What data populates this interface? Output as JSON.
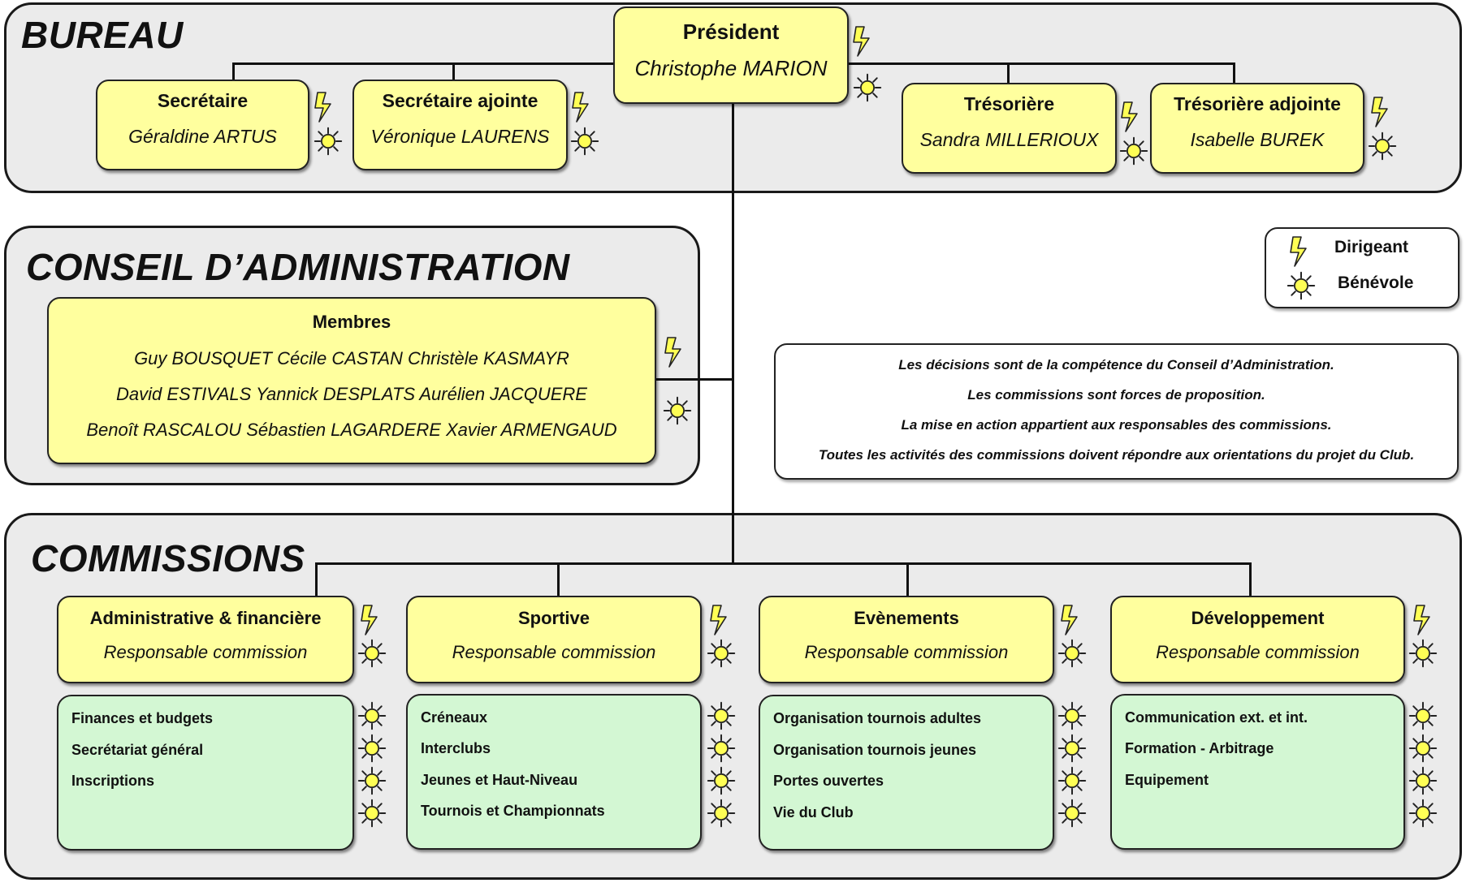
{
  "bureau": {
    "title": "BUREAU",
    "president": {
      "role": "Président",
      "name": "Christophe MARION"
    },
    "secretaire": {
      "role": "Secrétaire",
      "name": "Géraldine ARTUS"
    },
    "secretaire_adjointe": {
      "role": "Secrétaire ajointe",
      "name": "Véronique LAURENS"
    },
    "tresoriere": {
      "role": "Trésorière",
      "name": "Sandra MILLERIOUX"
    },
    "tresoriere_adjointe": {
      "role": "Trésorière adjointe",
      "name": "Isabelle BUREK"
    }
  },
  "conseil": {
    "title": "CONSEIL D’ADMINISTRATION",
    "members_label": "Membres",
    "members_lines": [
      "Guy BOUSQUET  Cécile CASTAN  Christèle KASMAYR",
      "David ESTIVALS  Yannick DESPLATS  Aurélien JACQUERE",
      "Benoît RASCALOU  Sébastien LAGARDERE  Xavier ARMENGAUD"
    ]
  },
  "legend": {
    "dirigeant": "Dirigeant",
    "benevole": "Bénévole"
  },
  "notes": [
    "Les décisions sont de la compétence du Conseil d’Administration.",
    "Les commissions sont forces de proposition.",
    "La mise en action appartient aux responsables des commissions.",
    "Toutes les activités des commissions doivent répondre aux orientations du projet du Club."
  ],
  "commissions": {
    "title": "COMMISSIONS",
    "list": [
      {
        "name": "Administrative & financière",
        "responsable": "Responsable commission",
        "items": [
          "Finances et budgets",
          "Secrétariat général",
          "Inscriptions"
        ]
      },
      {
        "name": "Sportive",
        "responsable": "Responsable commission",
        "items": [
          "Créneaux",
          "Interclubs",
          "Jeunes et Haut-Niveau",
          "Tournois et Championnats"
        ]
      },
      {
        "name": "Evènements",
        "responsable": "Responsable commission",
        "items": [
          "Organisation tournois adultes",
          "Organisation tournois jeunes",
          "Portes ouvertes",
          "Vie du Club"
        ]
      },
      {
        "name": "Développement",
        "responsable": "Responsable commission",
        "items": [
          "Communication ext. et int.",
          "Formation - Arbitrage",
          "Equipement"
        ]
      }
    ]
  },
  "colors": {
    "box": "#ffff9e",
    "green": "#d3f7d3",
    "section": "#ebebeb",
    "icon": "#ffff66"
  }
}
